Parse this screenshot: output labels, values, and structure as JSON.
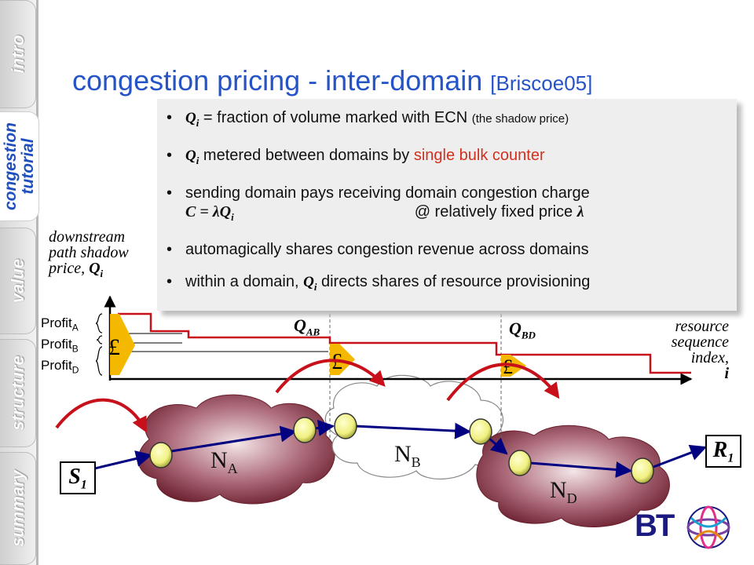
{
  "nav": {
    "tabs": [
      {
        "label": "intro",
        "active": false
      },
      {
        "label": "congestion tutorial",
        "line1": "congestion",
        "line2": "tutorial",
        "active": true
      },
      {
        "label": "value",
        "active": false
      },
      {
        "label": "structure",
        "active": false
      },
      {
        "label": "summary",
        "active": false
      }
    ]
  },
  "title": {
    "main": "congestion pricing - inter-domain",
    "ref": "[Briscoe05]"
  },
  "bullets": {
    "b1": {
      "q": "Q",
      "qsub": "i",
      "text": " = fraction of volume marked with ECN ",
      "small": "(the shadow price)"
    },
    "b2": {
      "q": "Q",
      "qsub": "i",
      "text": " metered between domains by ",
      "red": "single bulk counter"
    },
    "b3": {
      "text": "sending domain pays receiving domain congestion charge",
      "formula": "C = λQ",
      "fsub": "i",
      "rest": "@ relatively fixed price ",
      "lambda": "λ"
    },
    "b4": {
      "text": "automagically shares congestion revenue across domains"
    },
    "b5": {
      "text": "within a domain, ",
      "q": "Q",
      "qsub": "i",
      "rest": " directs shares of resource provisioning"
    }
  },
  "diagram": {
    "ylabel": {
      "l1": "downstream",
      "l2": "path shadow",
      "l3": "price, ",
      "q": "Q",
      "qsub": "i"
    },
    "xlabel": {
      "l1": "resource",
      "l2": "sequence",
      "l3": "index,",
      "i": "i"
    },
    "profits": [
      {
        "label": "Profit",
        "sub": "A"
      },
      {
        "label": "Profit",
        "sub": "B"
      },
      {
        "label": "Profit",
        "sub": "D"
      }
    ],
    "meters": [
      {
        "label": "Q",
        "sub": "AB"
      },
      {
        "label": "Q",
        "sub": "BD"
      }
    ],
    "currency": "£",
    "domains": [
      {
        "label": "N",
        "sub": "A"
      },
      {
        "label": "N",
        "sub": "B"
      },
      {
        "label": "N",
        "sub": "D"
      }
    ],
    "sender": {
      "label": "S",
      "sub": "1"
    },
    "receiver": {
      "label": "R",
      "sub": "1"
    }
  },
  "logo": {
    "text": "BT"
  },
  "colors": {
    "title": "#2554c7",
    "red_text": "#d0311f",
    "price_line": "#c8101a",
    "coin": "#f5b800",
    "cloud_dark": "#7a2a35",
    "arrow": "#000080"
  }
}
